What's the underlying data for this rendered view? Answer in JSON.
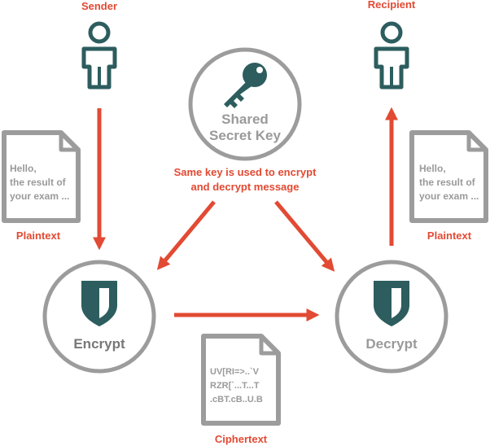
{
  "colors": {
    "accent": "#e24a33",
    "teal": "#2d5d5e",
    "gray": "#9c9c9c",
    "gray_text": "#9a9a9a"
  },
  "sender": {
    "label": "Sender",
    "icon": "person-icon"
  },
  "recipient": {
    "label": "Recipient",
    "icon": "person-icon"
  },
  "shared_key": {
    "icon": "key-icon",
    "line1": "Shared",
    "line2": "Secret Key"
  },
  "note": {
    "line1": "Same key is used to encrypt",
    "line2": "and decrypt message"
  },
  "plaintext_left": {
    "lines": [
      "Hello,",
      "the result of",
      "your exam ..."
    ],
    "label": "Plaintext"
  },
  "plaintext_right": {
    "lines": [
      "Hello,",
      "the result of",
      "your exam ..."
    ],
    "label": "Plaintext"
  },
  "encrypt": {
    "label": "Encrypt",
    "icon": "shield-icon"
  },
  "decrypt": {
    "label": "Decrypt",
    "icon": "shield-icon"
  },
  "ciphertext": {
    "lines": [
      "UV[RI=>..`V",
      "RZR[`...T...T",
      ".cBT.cB..U.B"
    ],
    "label": "Ciphertext"
  }
}
